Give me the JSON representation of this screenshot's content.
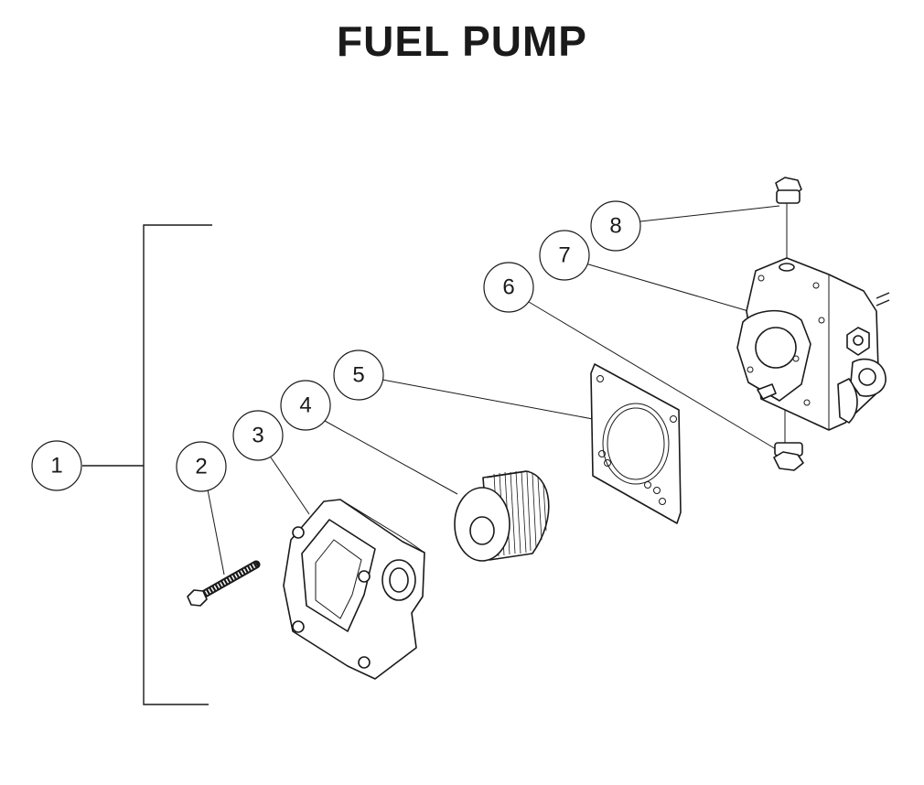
{
  "title": "FUEL PUMP",
  "callouts": [
    {
      "id": "1",
      "label": "1"
    },
    {
      "id": "2",
      "label": "2"
    },
    {
      "id": "3",
      "label": "3"
    },
    {
      "id": "4",
      "label": "4"
    },
    {
      "id": "5",
      "label": "5"
    },
    {
      "id": "6",
      "label": "6"
    },
    {
      "id": "7",
      "label": "7"
    },
    {
      "id": "8",
      "label": "8"
    }
  ]
}
